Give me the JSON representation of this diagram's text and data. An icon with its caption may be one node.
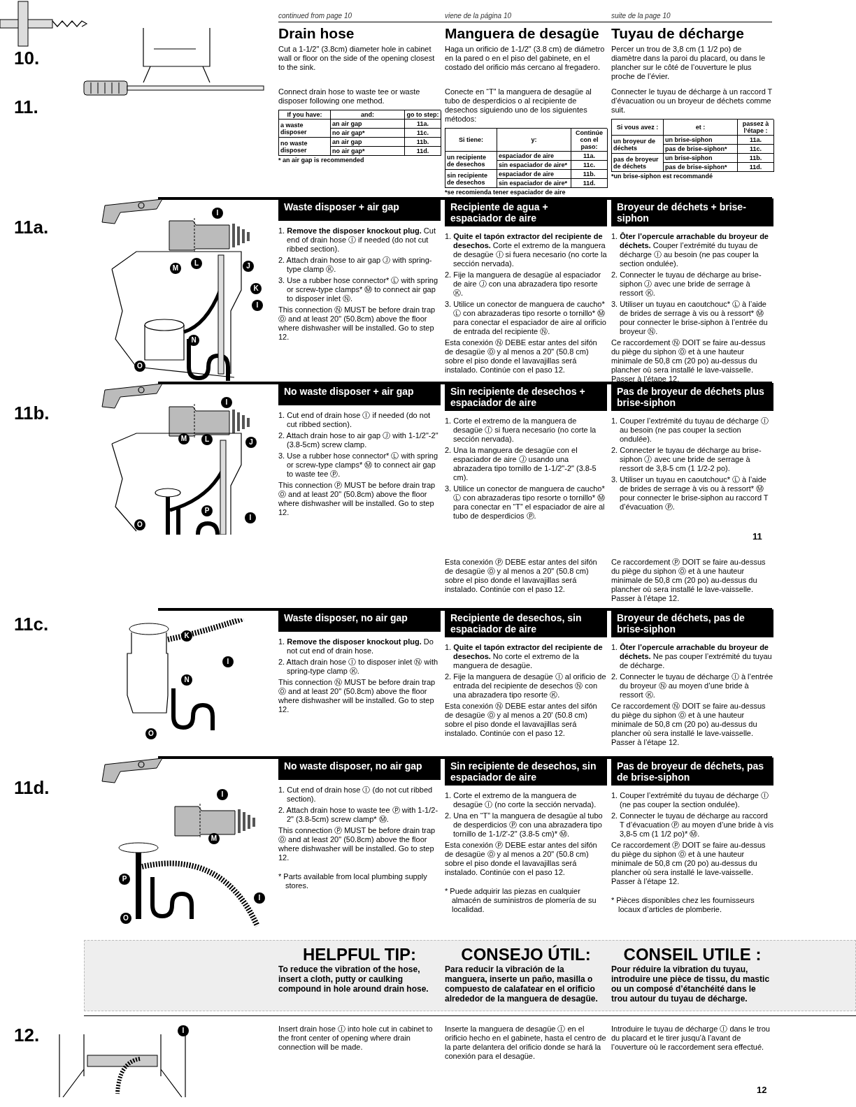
{
  "diagram": {
    "nodes": [
      {
        "text": [
          "Waste disposer + air gap"
        ]
      },
      {
        "text": [
          "Recipiente de agua + espaciador de aire"
        ]
      },
      {
        "text": [
          "Broyeur de déchets + brise-siphon"
        ]
      },
      {
        "text": [
          "No waste disposer + air gap"
        ]
      },
      {
        "text": [
          "Sin recipiente de desechos + espaciador de aire"
        ]
      },
      {
        "text": [
          "Pas de broyeur de déchets plus brise-siphon"
        ]
      },
      {
        "text": [
          "Waste disposer, no air gap"
        ]
      },
      {
        "text": [
          "Recipiente de desechos, sin espaciador de aire"
        ]
      },
      {
        "text": [
          "Broyeur de déchets, pas de brise-siphon"
        ]
      },
      {
        "text": [
          "No waste disposer, no air gap"
        ]
      },
      {
        "text": [
          "Sin recipiente de desechos, sin espaciador de aire"
        ]
      },
      {
        "text": [
          "Pas de broyeur de déchets, pas de brise-siphon"
        ]
      }
    ],
    "labels": [
      "continued from page 10",
      "viene de la página 10",
      "suite de la page 10",
      "10.",
      "Drain hose",
      "Cut a 1-1/2\" (3.8cm) diameter hole in cabinet wall or floor on the side of the opening closest to the sink.",
      "Manguera de desagüe",
      "Haga un orificio de 1-1/2\" (3.8 cm) de diámetro en la pared o en el piso del gabinete, en el costado del orificio más cercano al fregadero.",
      "Tuyau de décharge",
      "Percer un trou de 3,8 cm (1 1/2 po) de diamètre dans la paroi du placard, ou dans le plancher sur le côté de l’ouverture le plus proche de l’évier.",
      "11.",
      "Connect drain hose to waste tee or waste disposer following one method.",
      "If you have:",
      "and:",
      "go to step:",
      "a waste disposer",
      "an air gap",
      "11a.",
      "no air gap*",
      "11c.",
      "no waste disposer",
      "an air gap",
      "11b.",
      "no air gap*",
      "11d.",
      "* an air gap is recommended",
      "Conecte en “T” la manguera de desagüe al tubo de desperdicios o al recipiente de desechos siguiendo uno de los siguientes métodos:",
      "Si tiene:",
      "y:",
      "Continúe con el paso:",
      "un recipiente de desechos",
      "espaciador de aire",
      "11a.",
      "sin espaciador de aire*",
      "11c.",
      "sin recipiente de desechos",
      "espaciador de aire",
      "11b.",
      "sin espaciador de aire*",
      "11d.",
      "*se recomienda tener espaciador de aire",
      "Connecter le tuyau de décharge à un raccord T d’évacuation ou un broyeur de déchets comme suit.",
      "Si vous avez :",
      "et :",
      "passez à l’étape :",
      "un broyeur de déchets",
      "un brise-siphon",
      "11a.",
      "pas de brise-siphon*",
      "11c.",
      "pas de broyeur de déchets",
      "un brise-siphon",
      "11b.",
      "pas de brise-siphon*",
      "11d.",
      "*un brise-siphon est recommandé",
      "11a.",
      "I",
      "M",
      "L",
      "J",
      "K",
      "I",
      "N",
      "O",
      "1. **Remove the disposer knockout plug.** Cut end of drain hose Ⓘ if needed (do not cut ribbed section).",
      "2. Attach drain hose to air gap Ⓙ with spring-type clamp Ⓚ.",
      "3. Use a rubber hose connector* Ⓛ with spring or screw-type clamps* Ⓜ to connect air gap to disposer inlet Ⓝ.",
      "This connection Ⓝ MUST be before drain trap Ⓞ and at least 20\" (50.8cm) above the floor where dishwasher will be installed. Go to step 12.",
      "1. **Quite el tapón extractor del recipiente de desechos.** Corte el extremo de la manguera de desagüe Ⓘ si fuera necesario (no corte la sección nervada).",
      "2. Fije la manguera de desagüe al espaciador de aire Ⓙ con una abrazadera tipo resorte Ⓚ.",
      "3. Utilice un conector de manguera de caucho* Ⓛ con abrazaderas tipo resorte o tornillo* Ⓜ para conectar el espaciador de aire al orificio de entrada del recipiente Ⓝ.",
      "Esta conexión Ⓝ DEBE estar antes del sifón de desagüe Ⓞ y al menos a 20\" (50.8 cm) sobre el piso donde el lavavajillas será instalado. Continúe con el paso 12.",
      "1. **Ôter l’opercule arrachable du broyeur de déchets.** Couper l’extrémité du tuyau de décharge Ⓘ au besoin (ne pas couper la section ondulée).",
      "2. Connecter le tuyau de décharge au brise-siphon Ⓙ avec une bride de serrage à ressort Ⓚ.",
      "3. Utiliser un tuyau en caoutchouc* Ⓛ à l’aide de brides de serrage à vis ou à ressort* Ⓜ pour connecter le brise-siphon à l’entrée du broyeur Ⓝ.",
      "Ce raccordement Ⓝ DOIT se faire au-dessus du piège du siphon Ⓞ et à une hauteur minimale de 50,8 cm (20 po) au-dessus du plancher où sera installé le lave-vaisselle. Passer à l’étape 12.",
      "11b.",
      "I",
      "M",
      "L",
      "J",
      "P",
      "I",
      "O",
      "1. Cut end of drain hose Ⓘ if needed (do not cut ribbed section).",
      "2. Attach drain hose to air gap Ⓙ with 1-1/2\"-2\" (3.8-5cm) screw clamp.",
      "3. Use a rubber hose connector* Ⓛ with spring or screw-type clamps* Ⓜ to connect air gap to waste tee Ⓟ.",
      "This connection Ⓟ MUST be before drain trap Ⓞ and at least 20\" (50.8cm) above the floor where dishwasher will be installed. Go to step 12.",
      "1. Corte el extremo de la manguera de desagüe Ⓘ si fuera necesario (no corte la sección nervada).",
      "2. Una la manguera de desagüe con el espaciador de aire Ⓙ usando una abrazadera tipo tornillo de 1-1/2\"-2\" (3.8-5 cm).",
      "3. Utilice un conector de manguera de caucho* Ⓛ con abrazaderas tipo resorte o tornillo* Ⓜ para conectar en “T” el espaciador de aire al tubo de desperdicios Ⓟ.",
      "1. Couper l’extrémité du tuyau de décharge Ⓘ au besoin (ne pas couper la section ondulée).",
      "2. Connecter le tuyau de décharge au brise-siphon Ⓙ avec une bride de serrage à ressort de 3,8-5 cm (1 1/2-2 po).",
      "3. Utiliser un tuyau en caoutchouc* Ⓛ à l’aide de brides de serrage à vis ou à ressort* Ⓜ pour connecter le brise-siphon au raccord T d’évacuation Ⓟ.",
      "11",
      "Esta conexión Ⓟ DEBE estar antes del sifón de desagüe Ⓞ y al menos a 20\" (50.8 cm) sobre el piso donde el lavavajillas será instalado. Continúe con el paso 12.",
      "Ce raccordement Ⓟ DOIT se faire au-dessus du piège du siphon Ⓞ et à une hauteur minimale de 50,8 cm (20 po) au-dessus du plancher où sera installé le lave-vaisselle. Passer à l’étape 12.",
      "11c.",
      "K",
      "I",
      "N",
      "O",
      "1. **Remove the disposer knockout plug.** Do not cut end of drain hose.",
      "2. Attach drain hose Ⓘ to disposer inlet Ⓝ with spring-type clamp Ⓚ.",
      "This connection Ⓝ MUST be before drain trap Ⓞ and at least 20\" (50.8cm) above the floor where dishwasher will be installed. Go to step 12.",
      "1. **Quite el tapón extractor del recipiente de desechos.** No corte el extremo de la manguera de desagüe.",
      "2. Fije la manguera de desagüe Ⓘ al orificio de entrada del recipiente de desechos Ⓝ con una abrazadera tipo resorte Ⓚ.",
      "Esta conexión Ⓝ DEBE estar antes del sifón de desagüe Ⓞ y al menos a 20' (50.8 cm) sobre el piso donde el lavavajillas será instalado. Continúe con el paso 12.",
      "1. **Ôter l’opercule arrachable du broyeur de déchets.** Ne pas couper l’extrémité du tuyau de décharge.",
      "2. Connecter le tuyau de décharge Ⓘ à l’entrée du broyeur Ⓝ au moyen d’une bride à ressort Ⓚ.",
      "Ce raccordement Ⓝ DOIT se faire au-dessus du piège du siphon Ⓞ et à une hauteur minimale de 50,8 cm (20 po) au-dessus du plancher où sera installé le lave-vaisselle. Passer à l’étape 12.",
      "11d.",
      "I",
      "M",
      "P",
      "I",
      "O",
      "1. Cut end of drain hose Ⓘ (do not cut ribbed section).",
      "2. Attach drain hose to waste tee Ⓟ with 1-1/2-2\" (3.8-5cm) screw clamp* Ⓜ.",
      "This connection Ⓟ MUST be before drain trap Ⓞ and at least 20\" (50.8cm) above the floor where dishwasher will be installed. Go to step 12.",
      "* Parts available from local plumbing supply stores.",
      "1. Corte el extremo de la manguera de desagüe Ⓘ (no corte la sección nervada).",
      "2. Una en “T” la manguera de desagüe al tubo de desperdicios Ⓟ con una abrazadera tipo tornillo de 1-1/2'-2\" (3.8-5 cm)* Ⓜ.",
      "Esta conexión Ⓟ DEBE estar antes del sifón de desagüe Ⓞ y al menos a 20\" (50.8 cm) sobre el piso donde el lavavajillas será instalado. Continúe con el paso 12.",
      "* Puede adquirir las piezas en cualquier almacén de suministros de plomería de su localidad.",
      "1. Couper l’extrémité du tuyau de décharge Ⓘ (ne pas couper la section ondulée).",
      "2. Connecter le tuyau de décharge au raccord T d’évacuation Ⓟ au moyen d’une bride à vis 3,8-5 cm (1 1/2 po)* Ⓜ.",
      "Ce raccordement Ⓟ DOIT se faire au-dessus du piège du siphon Ⓞ et à une hauteur minimale de 50,8 cm (20 po) au-dessus du plancher où sera installé le lave-vaisselle. Passer à l’étape 12.",
      "* Pièces disponibles chez les fournisseurs locaux d’articles de plomberie.",
      "HELPFUL TIP:",
      "To reduce the vibration of the hose, insert a cloth, putty or caulking compound in hole around drain hose.",
      "CONSEJO ÚTIL:",
      "Para reducir la vibración de la manguera, inserte un paño, masilla o compuesto de calafatear en el orificio alrededor de la manguera de desagüe.",
      "CONSEIL UTILE :",
      "Pour réduire la vibration du tuyau, introduire une pièce de tissu, du mastic ou un composé d’étanchéité dans le trou autour du tuyau de décharge.",
      "12.",
      "I",
      "Insert drain hose Ⓘ into hole cut in cabinet to the front center of opening where drain connection will be made.",
      "Inserte la manguera de desagüe Ⓘ en el orificio hecho en el gabinete, hasta el centro de la parte delantera del orificio donde se hará la conexión para el desagüe.",
      "Introduire le tuyau de décharge Ⓘ dans le trou du placard et le tirer jusqu’à l’avant de l’ouverture où le raccordement sera effectué.",
      "12"
    ]
  }
}
